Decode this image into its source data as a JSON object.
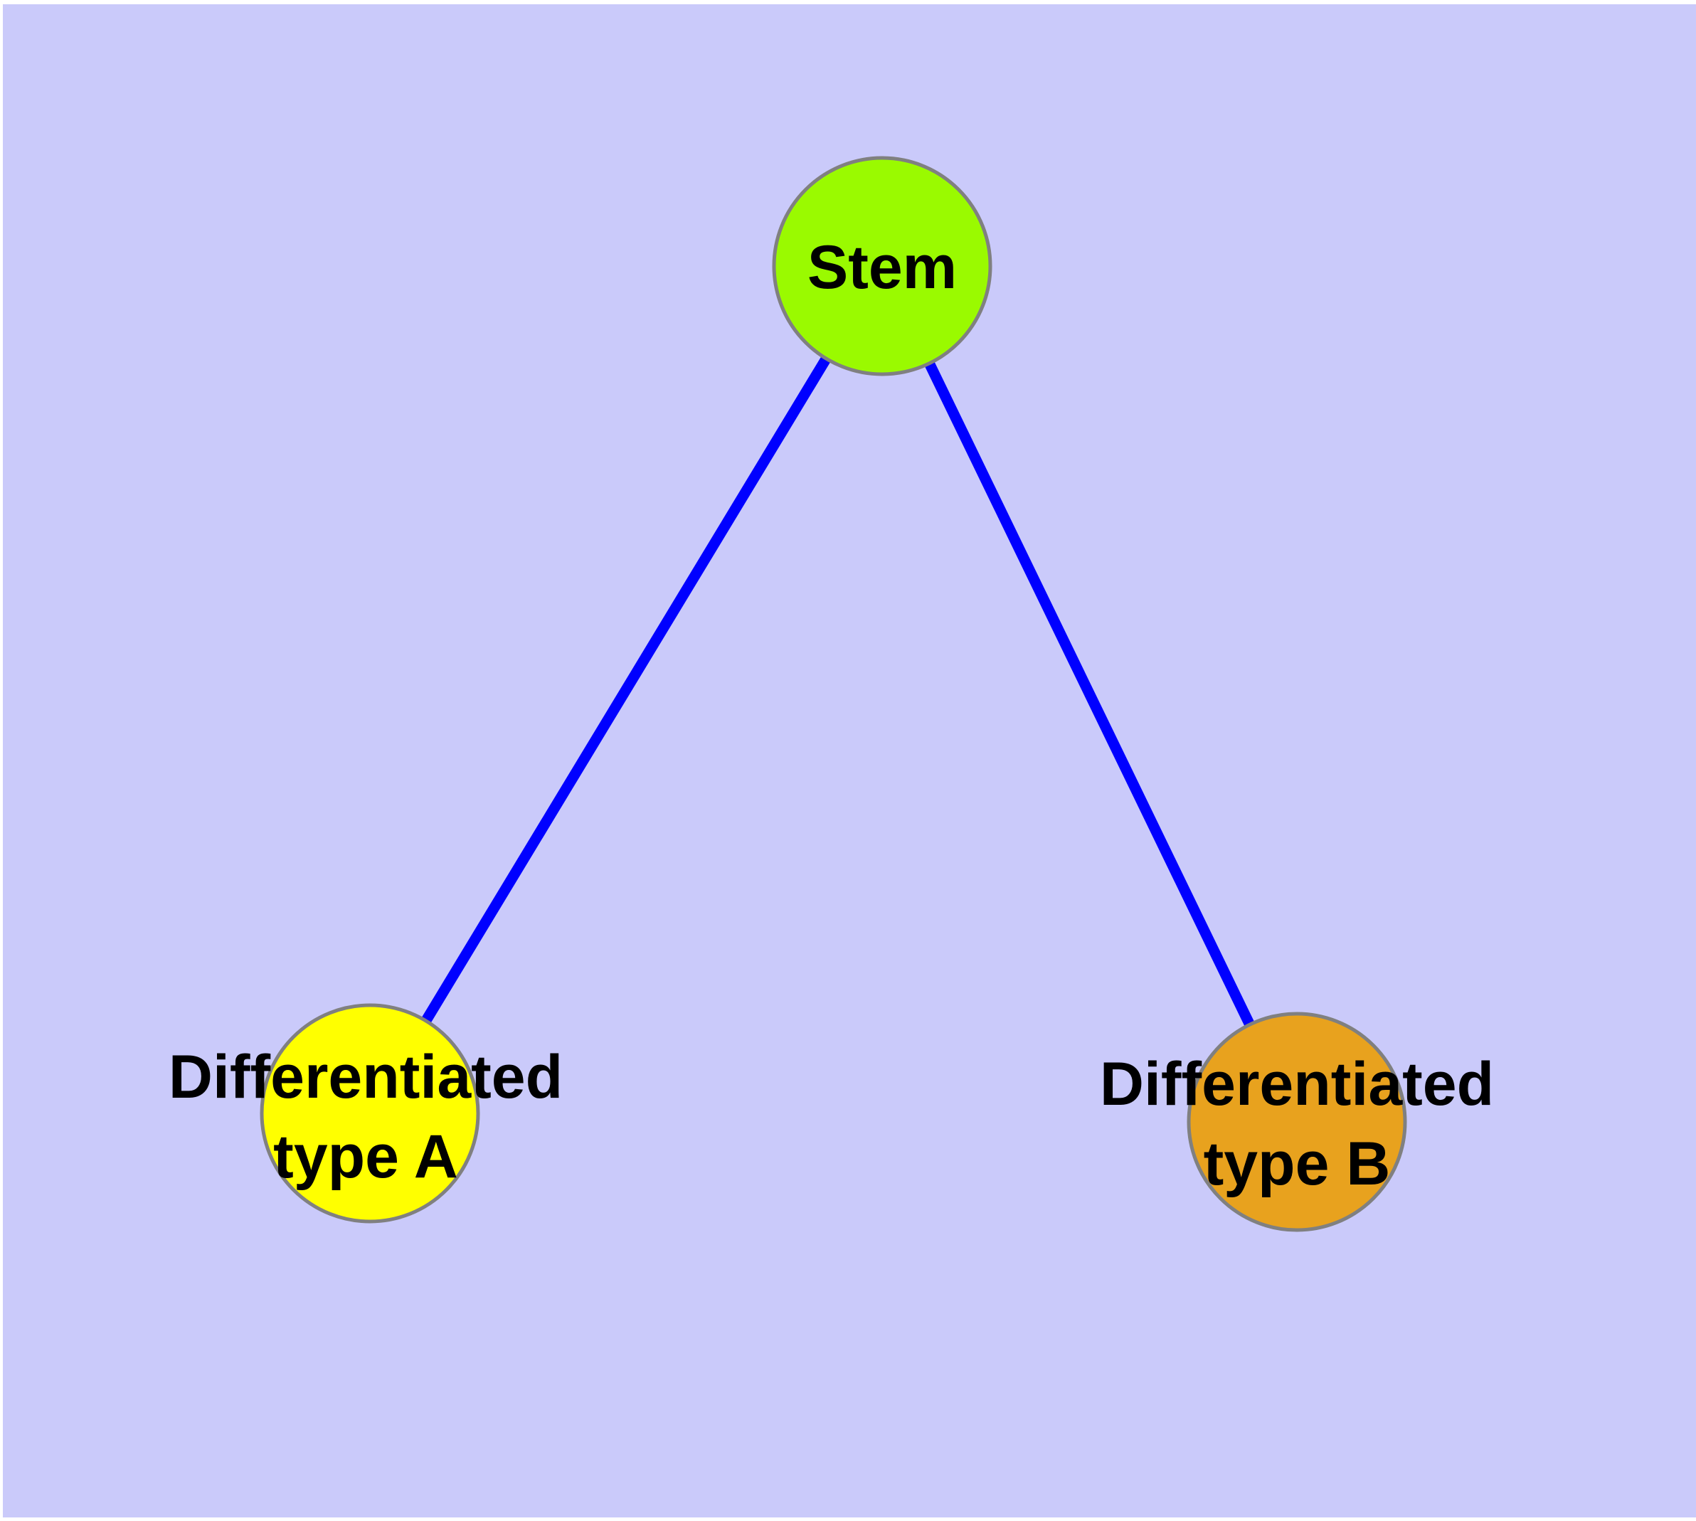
{
  "diagram": {
    "type": "graph",
    "description": "Cell differentiation hierarchy: a Stem node connected by two edges to two differentiated cell type nodes",
    "background_color": "#CACAFA",
    "frame_color": "#FFFFFF",
    "edge_color": "#0000FF",
    "node_border_color": "#808080",
    "label_color": "#000000",
    "nodes": [
      {
        "id": "stem",
        "label": "Stem",
        "color": "#9AFA00"
      },
      {
        "id": "typeA",
        "label": "Differentiated\ntype A",
        "color": "#FFFF00"
      },
      {
        "id": "typeB",
        "label": "Differentiated\ntype B",
        "color": "#E8A21E"
      }
    ],
    "edges": [
      {
        "from": "stem",
        "to": "typeA"
      },
      {
        "from": "stem",
        "to": "typeB"
      }
    ]
  }
}
